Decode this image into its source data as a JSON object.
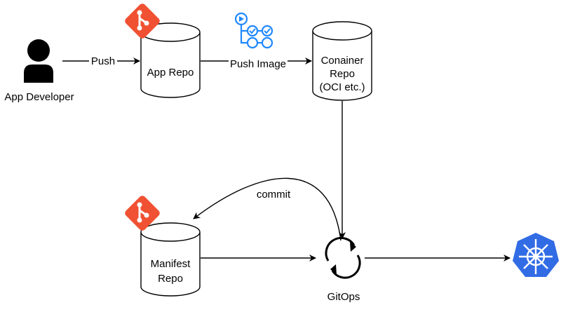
{
  "nodes": {
    "app_developer": {
      "label": "App Developer"
    },
    "app_repo": {
      "label": "App Repo"
    },
    "container_repo": {
      "line1": "Conainer",
      "line2": "Repo",
      "line3": "(OCI etc.)"
    },
    "manifest_repo": {
      "line1": "Manifest",
      "line2": "Repo"
    },
    "gitops": {
      "label": "GitOps"
    }
  },
  "edges": {
    "push": "Push",
    "push_image": "Push Image",
    "commit": "commit"
  },
  "icons": {
    "git": "git-logo-icon",
    "actions": "github-actions-workflow-icon",
    "sync": "gitops-sync-icon",
    "kubernetes": "kubernetes-logo-icon",
    "person": "person-icon"
  },
  "colors": {
    "git": "#F05133",
    "actions": "#2088FF",
    "kubernetes": "#326CE5",
    "stroke": "#000000"
  }
}
